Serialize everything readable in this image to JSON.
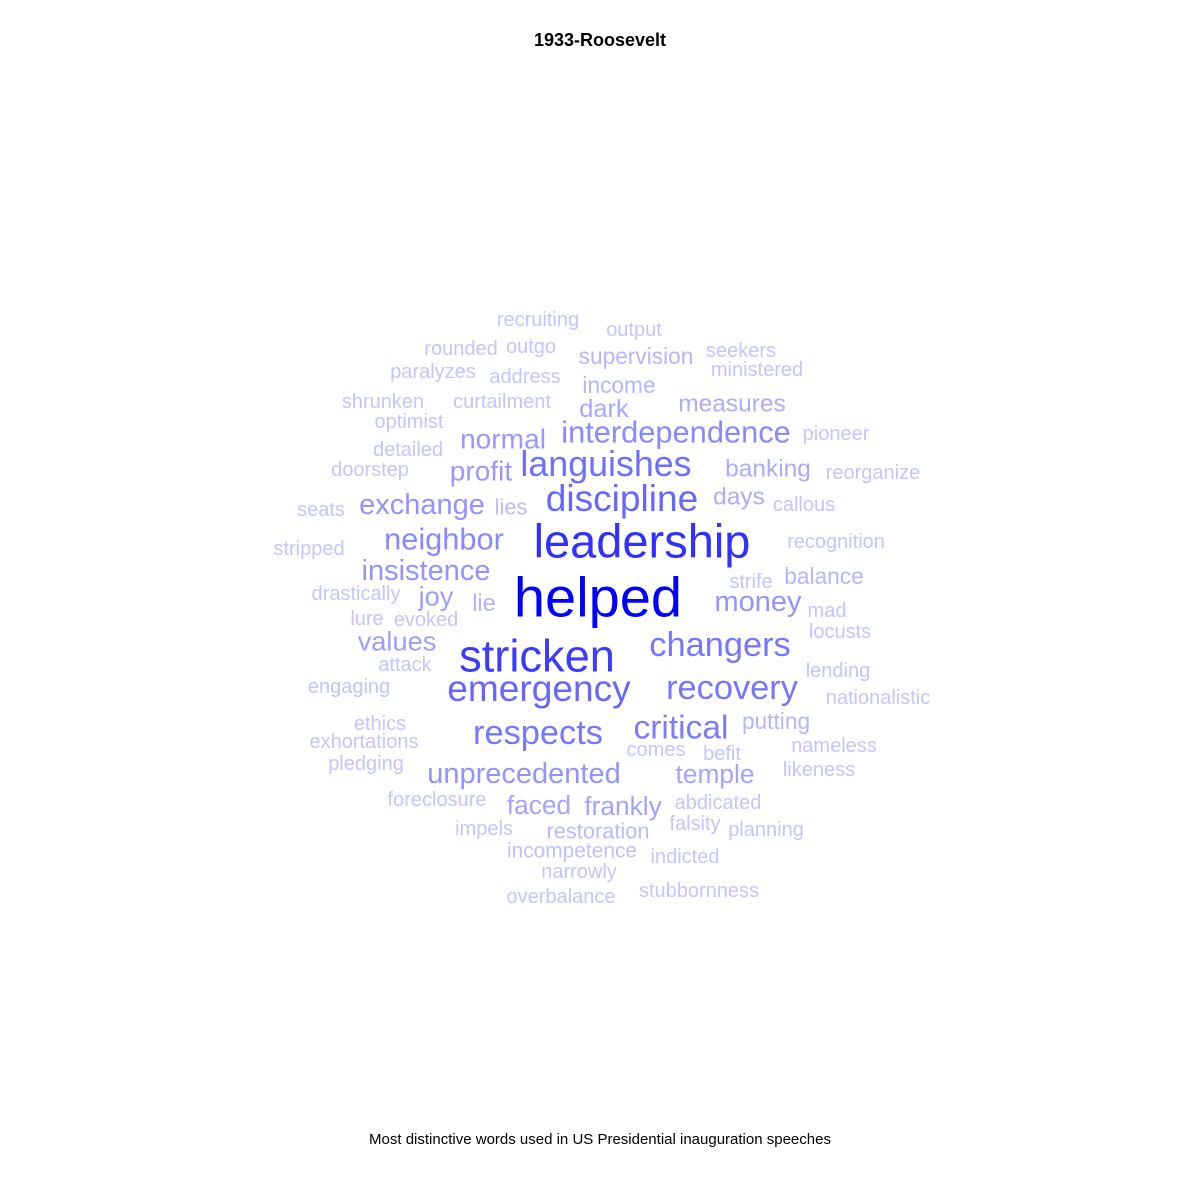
{
  "chart_data": {
    "type": "wordcloud",
    "title": "1933-Roosevelt",
    "caption": "Most distinctive words used in US Presidential inauguration speeches",
    "words": [
      {
        "text": "helped",
        "weight": 1.0
      },
      {
        "text": "leadership",
        "weight": 0.8
      },
      {
        "text": "stricken",
        "weight": 0.76
      },
      {
        "text": "emergency",
        "weight": 0.58
      },
      {
        "text": "discipline",
        "weight": 0.58
      },
      {
        "text": "languishes",
        "weight": 0.55
      },
      {
        "text": "changers",
        "weight": 0.52
      },
      {
        "text": "recovery",
        "weight": 0.52
      },
      {
        "text": "respects",
        "weight": 0.52
      },
      {
        "text": "critical",
        "weight": 0.5
      },
      {
        "text": "interdependence",
        "weight": 0.44
      },
      {
        "text": "neighbor",
        "weight": 0.44
      },
      {
        "text": "money",
        "weight": 0.4
      },
      {
        "text": "insistence",
        "weight": 0.4
      },
      {
        "text": "exchange",
        "weight": 0.4
      },
      {
        "text": "unprecedented",
        "weight": 0.4
      },
      {
        "text": "normal",
        "weight": 0.38
      },
      {
        "text": "profit",
        "weight": 0.38
      },
      {
        "text": "values",
        "weight": 0.36
      },
      {
        "text": "joy",
        "weight": 0.36
      },
      {
        "text": "temple",
        "weight": 0.34
      },
      {
        "text": "frankly",
        "weight": 0.34
      },
      {
        "text": "faced",
        "weight": 0.34
      },
      {
        "text": "dark",
        "weight": 0.32
      },
      {
        "text": "days",
        "weight": 0.3
      },
      {
        "text": "banking",
        "weight": 0.3
      },
      {
        "text": "measures",
        "weight": 0.3
      },
      {
        "text": "lie",
        "weight": 0.28
      },
      {
        "text": "balance",
        "weight": 0.26
      },
      {
        "text": "putting",
        "weight": 0.26
      },
      {
        "text": "income",
        "weight": 0.26
      },
      {
        "text": "supervision",
        "weight": 0.26
      },
      {
        "text": "lies",
        "weight": 0.24
      },
      {
        "text": "restoration",
        "weight": 0.24
      },
      {
        "text": "incompetence",
        "weight": 0.22
      },
      {
        "text": "recruiting",
        "weight": 0.2
      },
      {
        "text": "output",
        "weight": 0.2
      },
      {
        "text": "rounded",
        "weight": 0.2
      },
      {
        "text": "outgo",
        "weight": 0.2
      },
      {
        "text": "seekers",
        "weight": 0.2
      },
      {
        "text": "paralyzes",
        "weight": 0.2
      },
      {
        "text": "address",
        "weight": 0.2
      },
      {
        "text": "ministered",
        "weight": 0.2
      },
      {
        "text": "shrunken",
        "weight": 0.2
      },
      {
        "text": "curtailment",
        "weight": 0.2
      },
      {
        "text": "optimist",
        "weight": 0.2
      },
      {
        "text": "pioneer",
        "weight": 0.2
      },
      {
        "text": "detailed",
        "weight": 0.2
      },
      {
        "text": "doorstep",
        "weight": 0.2
      },
      {
        "text": "reorganize",
        "weight": 0.2
      },
      {
        "text": "callous",
        "weight": 0.2
      },
      {
        "text": "seats",
        "weight": 0.2
      },
      {
        "text": "recognition",
        "weight": 0.2
      },
      {
        "text": "stripped",
        "weight": 0.2
      },
      {
        "text": "strife",
        "weight": 0.2
      },
      {
        "text": "drastically",
        "weight": 0.2
      },
      {
        "text": "mad",
        "weight": 0.2
      },
      {
        "text": "lure",
        "weight": 0.2
      },
      {
        "text": "evoked",
        "weight": 0.2
      },
      {
        "text": "locusts",
        "weight": 0.2
      },
      {
        "text": "attack",
        "weight": 0.2
      },
      {
        "text": "lending",
        "weight": 0.2
      },
      {
        "text": "engaging",
        "weight": 0.2
      },
      {
        "text": "nationalistic",
        "weight": 0.2
      },
      {
        "text": "ethics",
        "weight": 0.2
      },
      {
        "text": "exhortations",
        "weight": 0.2
      },
      {
        "text": "comes",
        "weight": 0.2
      },
      {
        "text": "befit",
        "weight": 0.2
      },
      {
        "text": "nameless",
        "weight": 0.2
      },
      {
        "text": "pledging",
        "weight": 0.2
      },
      {
        "text": "likeness",
        "weight": 0.2
      },
      {
        "text": "foreclosure",
        "weight": 0.2
      },
      {
        "text": "abdicated",
        "weight": 0.2
      },
      {
        "text": "impels",
        "weight": 0.2
      },
      {
        "text": "falsity",
        "weight": 0.2
      },
      {
        "text": "planning",
        "weight": 0.2
      },
      {
        "text": "indicted",
        "weight": 0.2
      },
      {
        "text": "narrowly",
        "weight": 0.2
      },
      {
        "text": "stubbornness",
        "weight": 0.2
      },
      {
        "text": "overbalance",
        "weight": 0.2
      }
    ]
  }
}
